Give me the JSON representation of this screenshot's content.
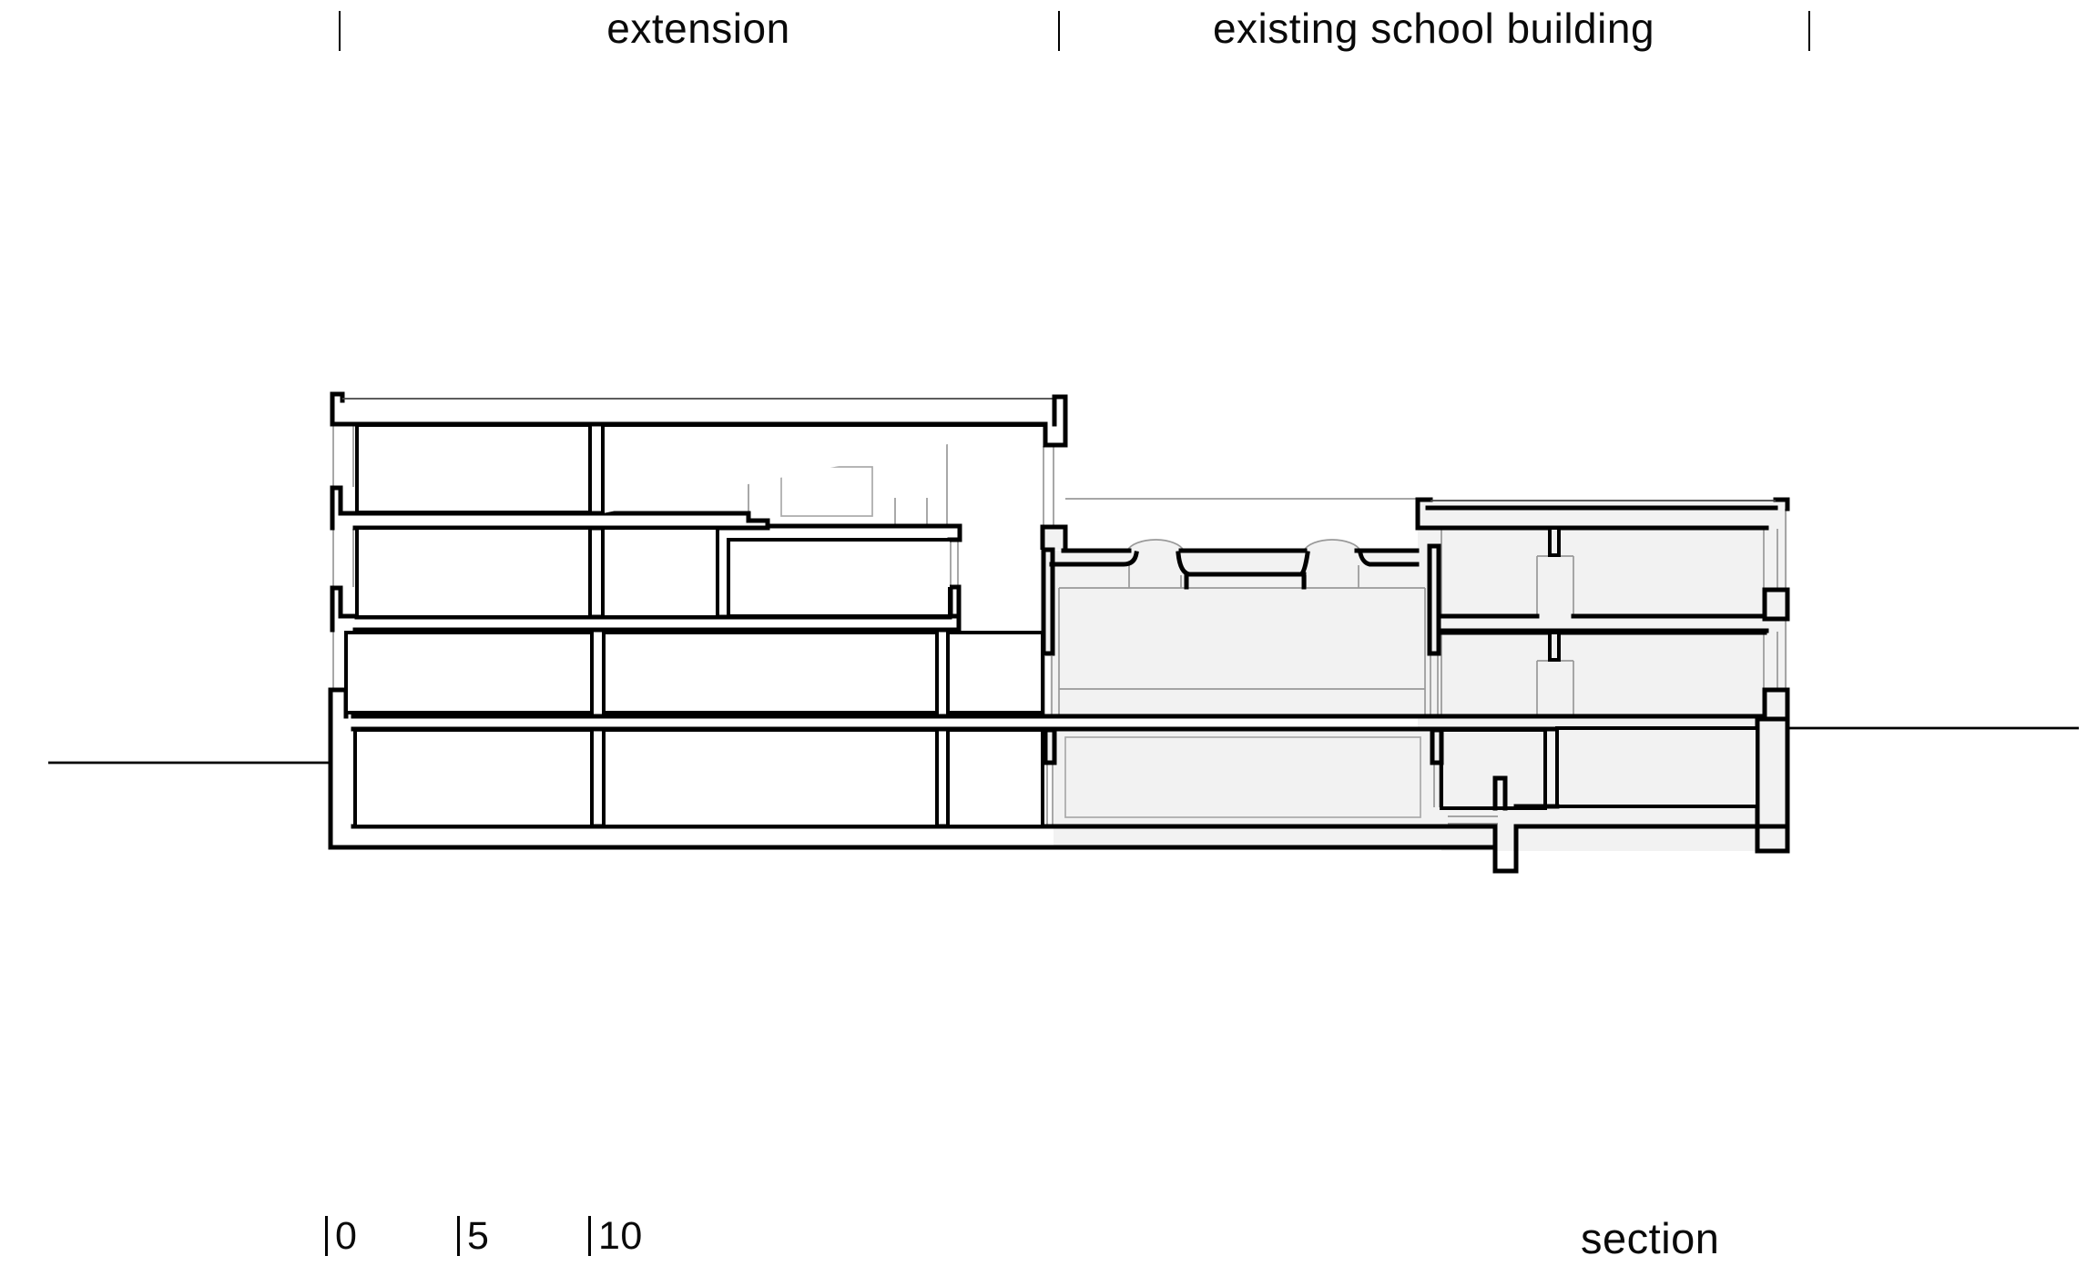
{
  "page": {
    "background": "#ffffff"
  },
  "header": {
    "left_section_label": "extension",
    "right_section_label": "existing school building"
  },
  "footer": {
    "scale_ticks": [
      {
        "label": "0"
      },
      {
        "label": "5"
      },
      {
        "label": "10"
      }
    ],
    "drawing_title": "section"
  },
  "drawing": {
    "kind": "architectural cross-section",
    "existing_building_fill": "#f2f2f2",
    "cut_line_color": "#000000",
    "detail_line_color": "#999999"
  }
}
